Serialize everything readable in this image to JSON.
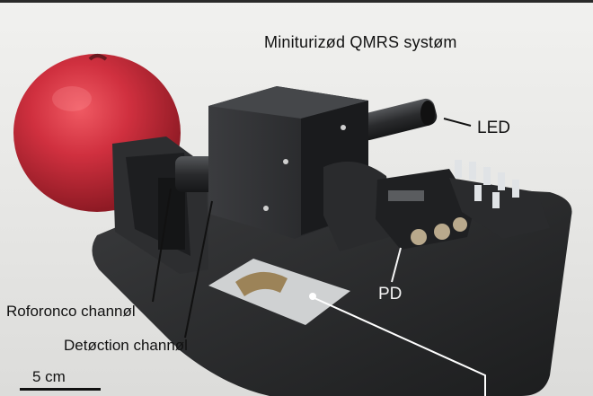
{
  "title": "Miniturizød QMRS systøm",
  "labels": {
    "led": "LED",
    "pd": "PD",
    "reference_channel": "Roforonco channøl",
    "detection_channel": "Detøction channøl",
    "scale": "5 cm"
  },
  "colors": {
    "background": "#e9e9e7",
    "base_plate": "#232425",
    "apple_red": "#c7283a",
    "housing": "#2b2c2e"
  },
  "objects": [
    "apple",
    "base-plate",
    "light-housing-box",
    "led-array",
    "photodetector",
    "sample-holder"
  ]
}
